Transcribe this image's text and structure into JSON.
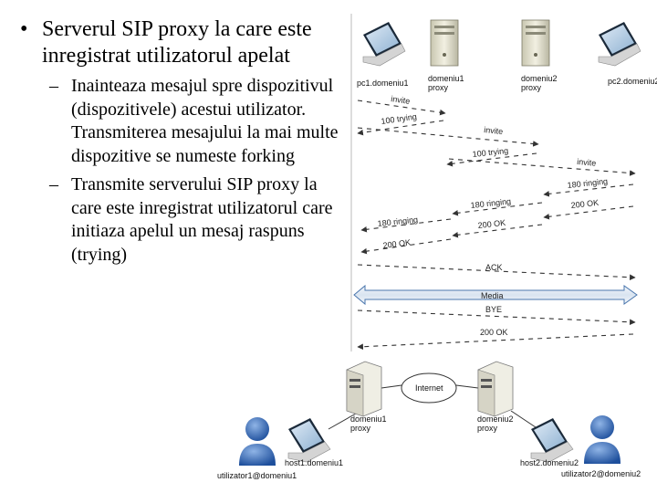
{
  "bullets": {
    "level1": "Serverul SIP proxy la care este inregistrat utilizatorul apelat",
    "level2": [
      "Inainteaza mesajul spre dispozitivul (dispozitivele) acestui utilizator. Transmiterea mesajului la mai multe dispozitive se numeste forking",
      "Transmite serverului SIP proxy la care este inregistrat utilizatorul care initiaza apelul un mesaj raspuns (trying)"
    ]
  },
  "sequence": {
    "participants": [
      "pc1.domeniu1",
      "domeniu1\nproxy",
      "domeniu2\nproxy",
      "pc2.domeniu2"
    ],
    "messages": {
      "invite1": "invite",
      "trying1": "100 trying",
      "invite2": "invite",
      "trying2": "100 trying",
      "invite3": "invite",
      "ringing1": "180 ringing",
      "ok1": "200 OK",
      "ringing2": "180 ringing",
      "ok2": "200 OK",
      "ringing3": "180 ringing",
      "ok3": "200 OK",
      "ack": "ACK",
      "media": "Media",
      "bye": "BYE",
      "ok4": "200 OK"
    }
  },
  "topology": {
    "internet": "Internet",
    "proxy1": "domeniu1\nproxy",
    "proxy2": "domeniu2\nproxy",
    "host1": "host1.domeniu1",
    "host2": "host2.domeniu2",
    "user1": "utilizator1@domeniu1",
    "user2": "utilizator2@domeniu2"
  }
}
